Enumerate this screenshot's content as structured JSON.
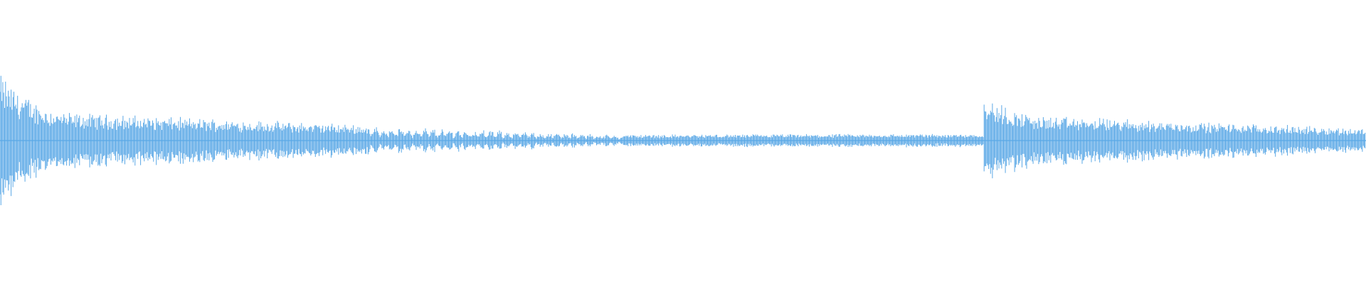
{
  "waveform": {
    "color": "#5aa8e6",
    "background": "#ffffff",
    "segments": [
      {
        "start": 0.0,
        "end": 0.06,
        "from": 0.4,
        "to": 0.16,
        "decay": "fast"
      },
      {
        "start": 0.06,
        "end": 0.27,
        "from": 0.16,
        "to": 0.09,
        "decay": "linear"
      },
      {
        "start": 0.27,
        "end": 0.455,
        "from": 0.09,
        "to": 0.035,
        "decay": "pulsed"
      },
      {
        "start": 0.455,
        "end": 0.72,
        "from": 0.035,
        "to": 0.04,
        "decay": "steady"
      },
      {
        "start": 0.72,
        "end": 0.78,
        "from": 0.26,
        "to": 0.14,
        "decay": "fast"
      },
      {
        "start": 0.78,
        "end": 1.0,
        "from": 0.14,
        "to": 0.07,
        "decay": "linear"
      }
    ]
  }
}
